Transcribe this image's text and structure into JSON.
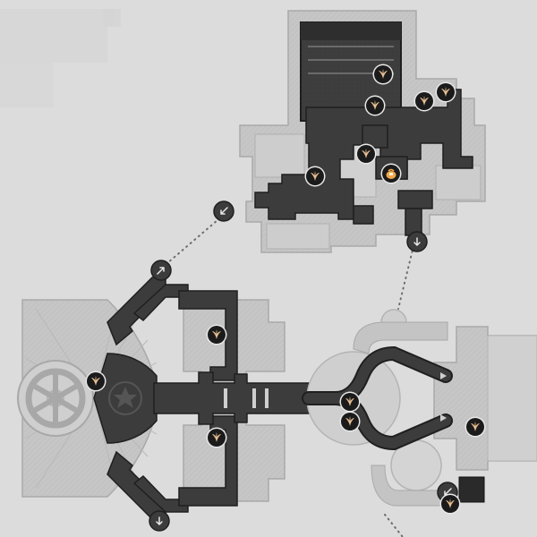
{
  "map": {
    "background": "#dcdcdc",
    "colors": {
      "room_dark": "#3c3c3c",
      "room_dark_edge": "#1f1f1f",
      "room_light": "#c4c4c4",
      "room_light_edge": "#a9a9a9",
      "path_dot": "#6b6b6b",
      "marker_bg": "#1b1b1b",
      "marker_ring": "#e8e8e8",
      "marker_icon": "#e2b78a",
      "bag_icon": "#f0a64a"
    },
    "markers": [
      {
        "type": "collectible",
        "icon": "sprout-icon"
      },
      {
        "type": "collectible",
        "icon": "sprout-icon"
      },
      {
        "type": "collectible",
        "icon": "sprout-icon"
      },
      {
        "type": "collectible",
        "icon": "sprout-icon"
      },
      {
        "type": "collectible",
        "icon": "sprout-icon"
      },
      {
        "type": "collectible",
        "icon": "sprout-icon"
      },
      {
        "type": "treasure",
        "icon": "bag-icon"
      },
      {
        "type": "collectible",
        "icon": "sprout-icon"
      },
      {
        "type": "collectible",
        "icon": "sprout-icon"
      },
      {
        "type": "collectible",
        "icon": "sprout-icon"
      },
      {
        "type": "collectible",
        "icon": "sprout-icon"
      },
      {
        "type": "collectible",
        "icon": "sprout-icon"
      },
      {
        "type": "collectible",
        "icon": "sprout-icon"
      },
      {
        "type": "collectible",
        "icon": "sprout-icon"
      },
      {
        "type": "collectible",
        "icon": "sprout-icon"
      }
    ],
    "exits": [
      {
        "icon": "arrow-down-left-icon"
      },
      {
        "icon": "arrow-down-icon"
      },
      {
        "icon": "arrow-up-right-icon"
      },
      {
        "icon": "arrow-down-icon"
      },
      {
        "icon": "arrow-down-left-icon"
      }
    ]
  }
}
